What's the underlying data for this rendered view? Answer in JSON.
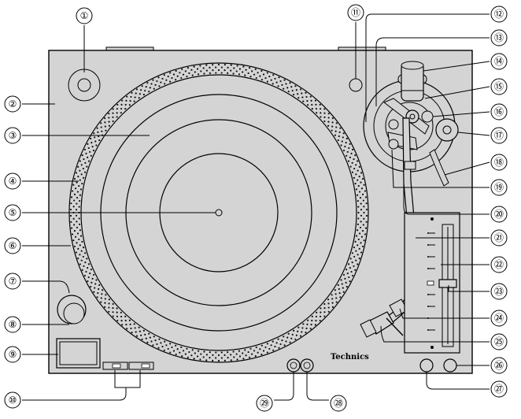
{
  "brand_label": "Technics",
  "callouts": [
    {
      "id": 1,
      "label": "①"
    },
    {
      "id": 2,
      "label": "②"
    },
    {
      "id": 3,
      "label": "③"
    },
    {
      "id": 4,
      "label": "④"
    },
    {
      "id": 5,
      "label": "⑤"
    },
    {
      "id": 6,
      "label": "⑥"
    },
    {
      "id": 7,
      "label": "⑦"
    },
    {
      "id": 8,
      "label": "⑧"
    },
    {
      "id": 9,
      "label": "⑨"
    },
    {
      "id": 10,
      "label": "⑩"
    },
    {
      "id": 11,
      "label": "⑪"
    },
    {
      "id": 12,
      "label": "⑫"
    },
    {
      "id": 13,
      "label": "⑬"
    },
    {
      "id": 14,
      "label": "⑭"
    },
    {
      "id": 15,
      "label": "⑮"
    },
    {
      "id": 16,
      "label": "⑯"
    },
    {
      "id": 17,
      "label": "⑰"
    },
    {
      "id": 18,
      "label": "⑱"
    },
    {
      "id": 19,
      "label": "⑲"
    },
    {
      "id": 20,
      "label": "⑳"
    },
    {
      "id": 21,
      "label": "㉑"
    },
    {
      "id": 22,
      "label": "㉒"
    },
    {
      "id": 23,
      "label": "㉓"
    },
    {
      "id": 24,
      "label": "㉔"
    },
    {
      "id": 25,
      "label": "㉕"
    },
    {
      "id": 26,
      "label": "㉖"
    },
    {
      "id": 27,
      "label": "㉗"
    },
    {
      "id": 28,
      "label": "㉘"
    },
    {
      "id": 29,
      "label": "㉙"
    }
  ],
  "colors": {
    "body_fill": "#d4d4d4",
    "outline": "#000000",
    "platter_dot": "#111111",
    "background": "#ffffff"
  }
}
